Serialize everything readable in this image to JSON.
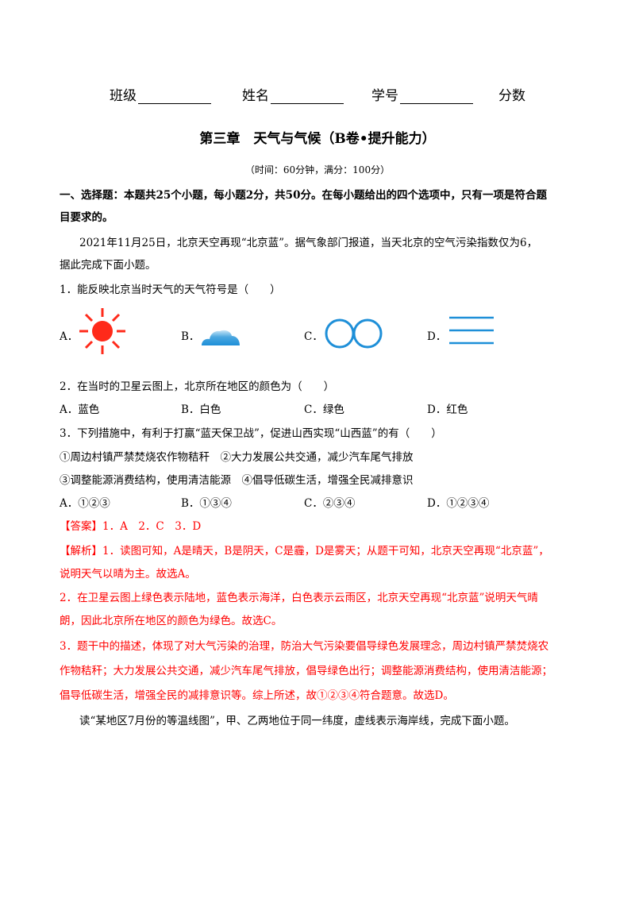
{
  "header": {
    "class_label": "班级",
    "name_label": "姓名",
    "id_label": "学号",
    "score_label": "分数"
  },
  "title": "第三章　天气与气候（B卷•提升能力）",
  "subtitle": "（时间：60分钟，满分：100分）",
  "section1": {
    "line1": "一、选择题：本题共25个小题，每小题2分，共50分。在每小题给出的四个选项中，只有一项是符合题",
    "line2": "目要求的。"
  },
  "intro": {
    "line1": "2021年11月25日，北京天空再现“北京蓝”。据气象部门报道，当天北京的空气污染指数仅为6，",
    "line2": "据此完成下面小题。"
  },
  "q1": {
    "stem": "1．能反映北京当时天气的天气符号是（　　）",
    "options": [
      "A．",
      "B．",
      "C．",
      "D．"
    ],
    "icons": [
      "sun-icon",
      "cloud-icon",
      "haze-icon",
      "fog-icon"
    ],
    "colors": {
      "sun": "#ff2a1a",
      "cloud": "#1e8fd8",
      "haze": "#1e8fd8",
      "fog": "#1e8fd8"
    }
  },
  "q2": {
    "stem": "2．在当时的卫星云图上，北京所在地区的颜色为（　　）",
    "options": [
      "A．蓝色",
      "B．白色",
      "C．绿色",
      "D．红色"
    ]
  },
  "q3": {
    "stem": "3．下列措施中，有利于打赢“蓝天保卫战”，促进山西实现“山西蓝”的有（　　）",
    "statement1": "①周边村镇严禁焚烧农作物秸秆　②大力发展公共交通，减少汽车尾气排放",
    "statement2": "③调整能源消费结构，使用清洁能源　④倡导低碳生活，增强全民减排意识",
    "options": [
      "A．①②③",
      "B．①③④",
      "C．②③④",
      "D．①②③④"
    ]
  },
  "answer": {
    "line": "【答案】1．A　2．C　3．D"
  },
  "analysis": {
    "p1_line1": "【解析】1．读图可知，A是晴天，B是阴天，C是霾，D是雾天；从题干可知，北京天空再现“北京蓝”，",
    "p1_line2": "说明天气以晴为主。故选A。",
    "p2_line1": "2．在卫星云图上绿色表示陆地，蓝色表示海洋，白色表示云雨区，北京天空再现“北京蓝”说明天气晴",
    "p2_line2": "朗，因此北京所在地区的颜色为绿色。故选C。",
    "p3_line1": "3．题干中的描述，体现了对大气污染的治理，防治大气污染要倡导绿色发展理念，周边村镇严禁焚烧农",
    "p3_line2": "作物秸秆；大力发展公共交通，减少汽车尾气排放，倡导绿色出行；调整能源消费结构，使用清洁能源；",
    "p3_line3": "倡导低碳生活，增强全民的减排意识等。综上所述，故①②③④符合题意。故选D。"
  },
  "next_intro": "读“某地区7月份的等温线图”，甲、乙两地位于同一纬度，虚线表示海岸线，完成下面小题。"
}
